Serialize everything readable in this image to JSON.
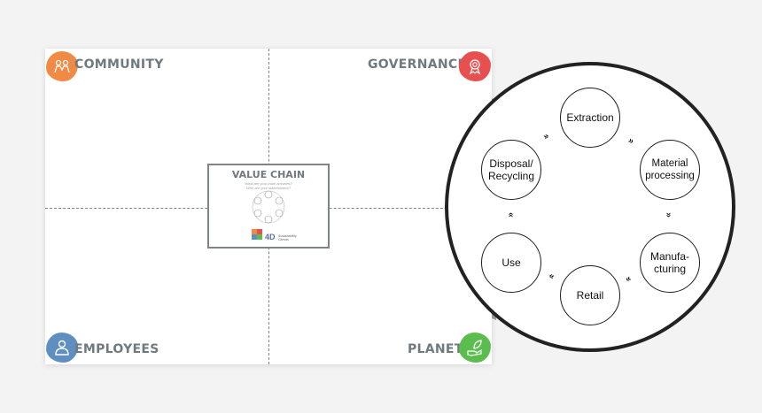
{
  "quadrants": {
    "community": "COMMUNITY",
    "governance": "GOVERNANCE",
    "employees": "EMPLOYEES",
    "planet": "PLANET"
  },
  "value_chain_card": {
    "title": "VALUE CHAIN",
    "subtitle_line1": "What are your main activities?",
    "subtitle_line2": "Who are your stakeholders?",
    "logo_brand": "4D",
    "logo_text_line1": "Sustainability",
    "logo_text_line2": "Canvas"
  },
  "cycle": {
    "nodes": [
      {
        "label": "Extraction"
      },
      {
        "label": "Material processing"
      },
      {
        "label": "Manufa-cturing"
      },
      {
        "label": "Retail"
      },
      {
        "label": "Use"
      },
      {
        "label": "Disposal/ Recycling"
      }
    ],
    "arrow_glyph": "»"
  },
  "colors": {
    "community": "#f08a45",
    "governance": "#e85050",
    "employees": "#5f8fc0",
    "planet": "#5bbd4e",
    "label_gray": "#6f7a80"
  },
  "icons": {
    "community": "people-icon",
    "governance": "award-ribbon-icon",
    "employees": "user-icon",
    "planet": "leaf-hand-icon"
  }
}
